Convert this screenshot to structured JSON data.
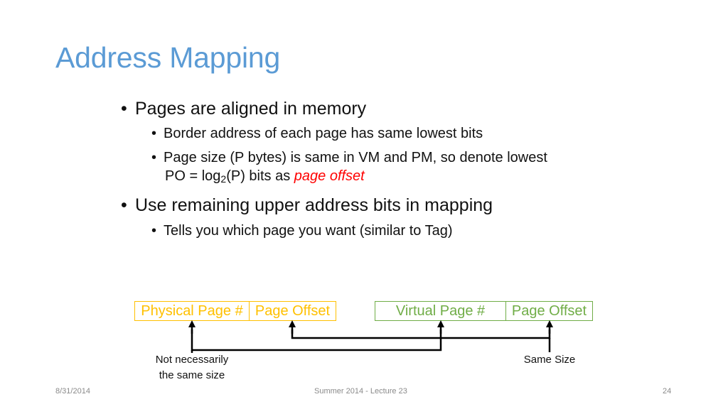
{
  "title": "Address Mapping",
  "bullets": [
    {
      "text": "Pages are aligned in memory",
      "subs": [
        "Border address of each page has same lowest bits",
        "Page size (P bytes) is same in VM and PM, so denote lowest"
      ],
      "sub2_line2_prefix": "PO = log",
      "sub2_line2_subscript": "2",
      "sub2_line2_middle": "(P) bits as ",
      "sub2_line2_highlight": "page offset"
    },
    {
      "text": "Use remaining upper address bits in mapping",
      "subs": [
        "Tells you which page you want (similar to Tag)"
      ]
    }
  ],
  "diagram": {
    "physical": {
      "page_label": "Physical Page #",
      "offset_label": "Page Offset"
    },
    "virtual": {
      "page_label": "Virtual Page #",
      "offset_label": "Page Offset"
    },
    "note_left_line1": "Not necessarily",
    "note_left_line2": "the same size",
    "note_right": "Same Size"
  },
  "colors": {
    "title": "#5b9bd5",
    "physical": "#ffc000",
    "virtual": "#70ad47",
    "highlight": "#ff0000"
  },
  "footer": {
    "date": "8/31/2014",
    "center": "Summer 2014 - Lecture 23",
    "page": "24"
  }
}
